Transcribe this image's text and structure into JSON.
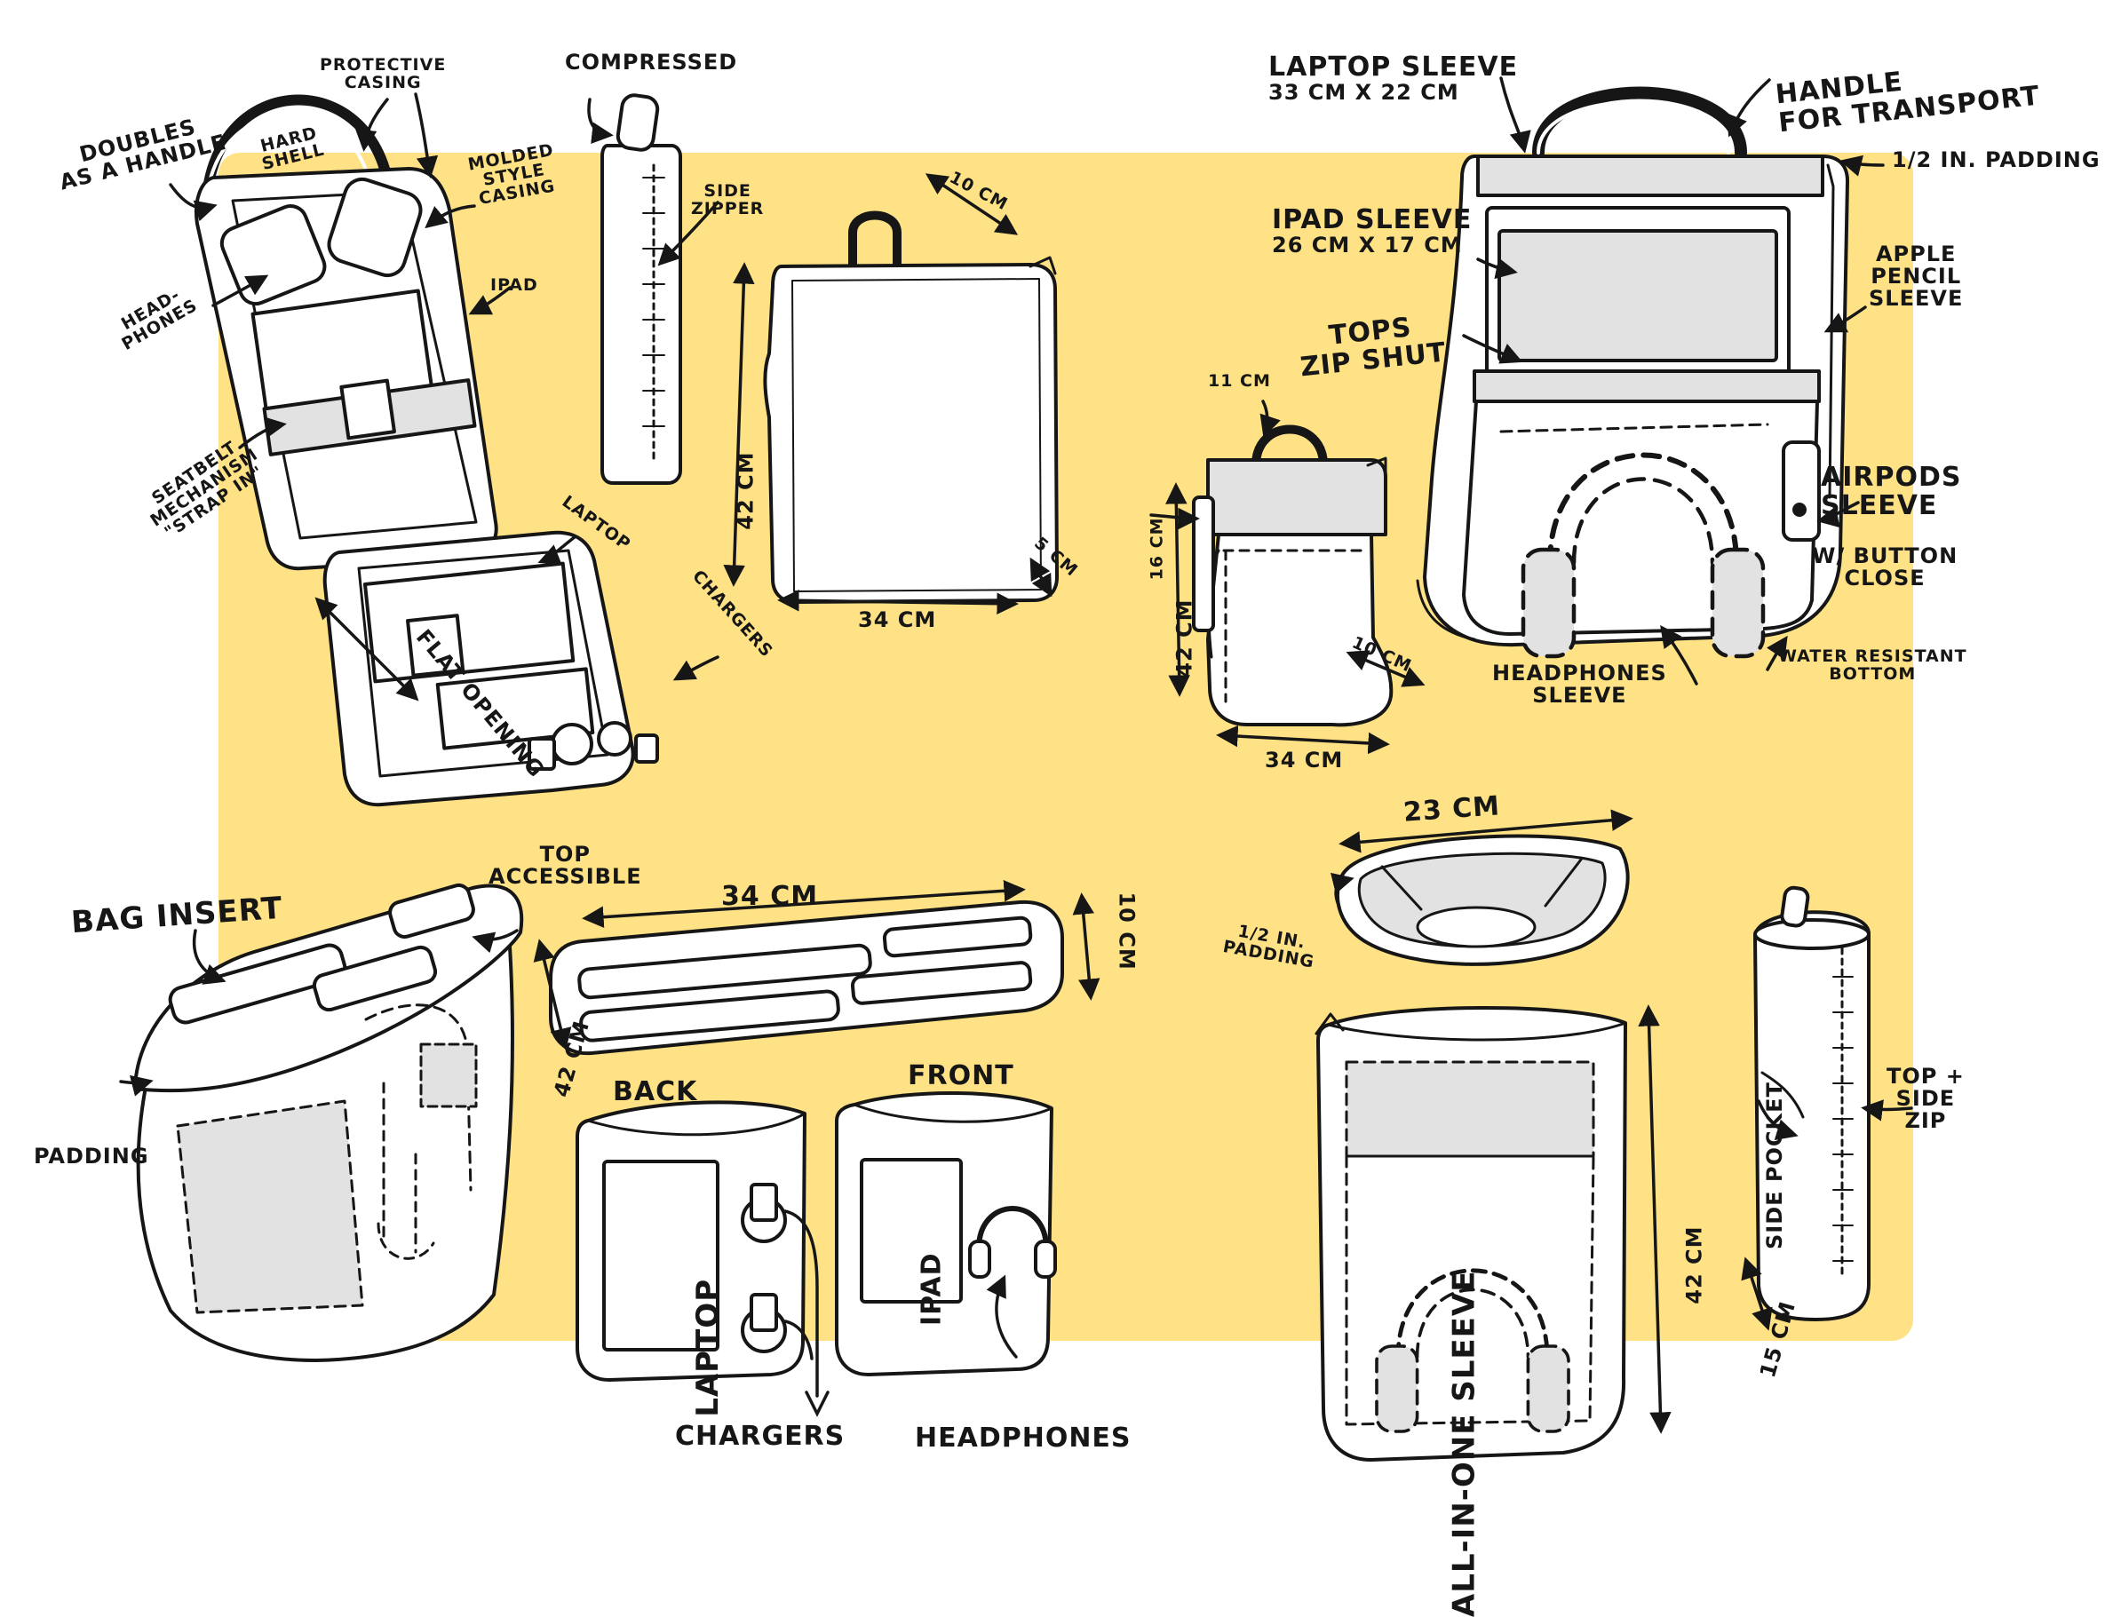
{
  "colors": {
    "backdrop": "#FEE285",
    "ink": "#161616",
    "fill": "#FFFFFF",
    "shade": "#E2E2E2"
  },
  "labels": {
    "protective_casing": [
      "PROTECTIVE",
      "CASING"
    ],
    "hard_shell": [
      "HARD",
      "SHELL"
    ],
    "doubles_as_handle": [
      "DOUBLES",
      "AS A HANDLE"
    ],
    "molded_style_casing": [
      "MOLDED",
      "STYLE",
      "CASING"
    ],
    "headphones_1": [
      "HEAD-",
      "PHONES"
    ],
    "ipad_1": "IPAD",
    "seatbelt_mechanism": [
      "SEATBELT",
      "MECHANISM",
      "\"STRAP IN\""
    ],
    "laptop_1": "LAPTOP",
    "chargers_1": "CHARGERS",
    "flat_opening": "FLAT OPENING",
    "compressed": "COMPRESSED",
    "side_zipper": [
      "SIDE",
      "ZIPPER"
    ],
    "dim_10cm_a": "10 CM",
    "dim_42cm_a": "42 CM",
    "dim_34cm_a": "34 CM",
    "dim_5cm": "5 CM",
    "laptop_sleeve": [
      "LAPTOP SLEEVE",
      "33 CM X 22 CM"
    ],
    "handle_for_transport": [
      "HANDLE",
      "FOR TRANSPORT"
    ],
    "half_in_padding_1": "1/2 IN. PADDING",
    "ipad_sleeve": [
      "IPAD SLEEVE",
      "26 CM X 17 CM"
    ],
    "apple_pencil_sleeve": [
      "APPLE",
      "PENCIL",
      "SLEEVE"
    ],
    "tops_zip_shut": [
      "TOPS",
      "ZIP SHUT"
    ],
    "dim_11cm": "11 CM",
    "dim_16cm": "16 CM",
    "dim_42cm_b": "42 CM",
    "dim_10cm_b": "10 CM",
    "dim_34cm_b": "34 CM",
    "airpods_sleeve": [
      "AIRPODS",
      "SLEEVE"
    ],
    "with_button_close": [
      "W/ BUTTON",
      "CLOSE"
    ],
    "water_resistant_bottom": [
      "WATER RESISTANT",
      "BOTTOM"
    ],
    "headphones_sleeve": [
      "HEADPHONES",
      "SLEEVE"
    ],
    "bag_insert": "BAG INSERT",
    "top_accessible": [
      "TOP",
      "ACCESSIBLE"
    ],
    "dim_34cm_c": "34 CM",
    "dim_10cm_c": "10 CM",
    "dim_42cm_c": "42 CM",
    "padding": "PADDING",
    "back": "BACK",
    "front": "FRONT",
    "laptop_2": "LAPTOP",
    "ipad_2": "IPAD",
    "chargers_2": "CHARGERS",
    "headphones_2": "HEADPHONES",
    "dim_23cm": "23 CM",
    "half_in_padding_2": [
      "1/2 IN.",
      "PADDING"
    ],
    "all_in_one_sleeve": "ALL-IN-ONE SLEEVE",
    "dim_42cm_d": "42 CM",
    "side_pocket": "SIDE POCKET",
    "top_side_zip": [
      "TOP +",
      "SIDE",
      "ZIP"
    ],
    "dim_15cm": "15 CM"
  }
}
